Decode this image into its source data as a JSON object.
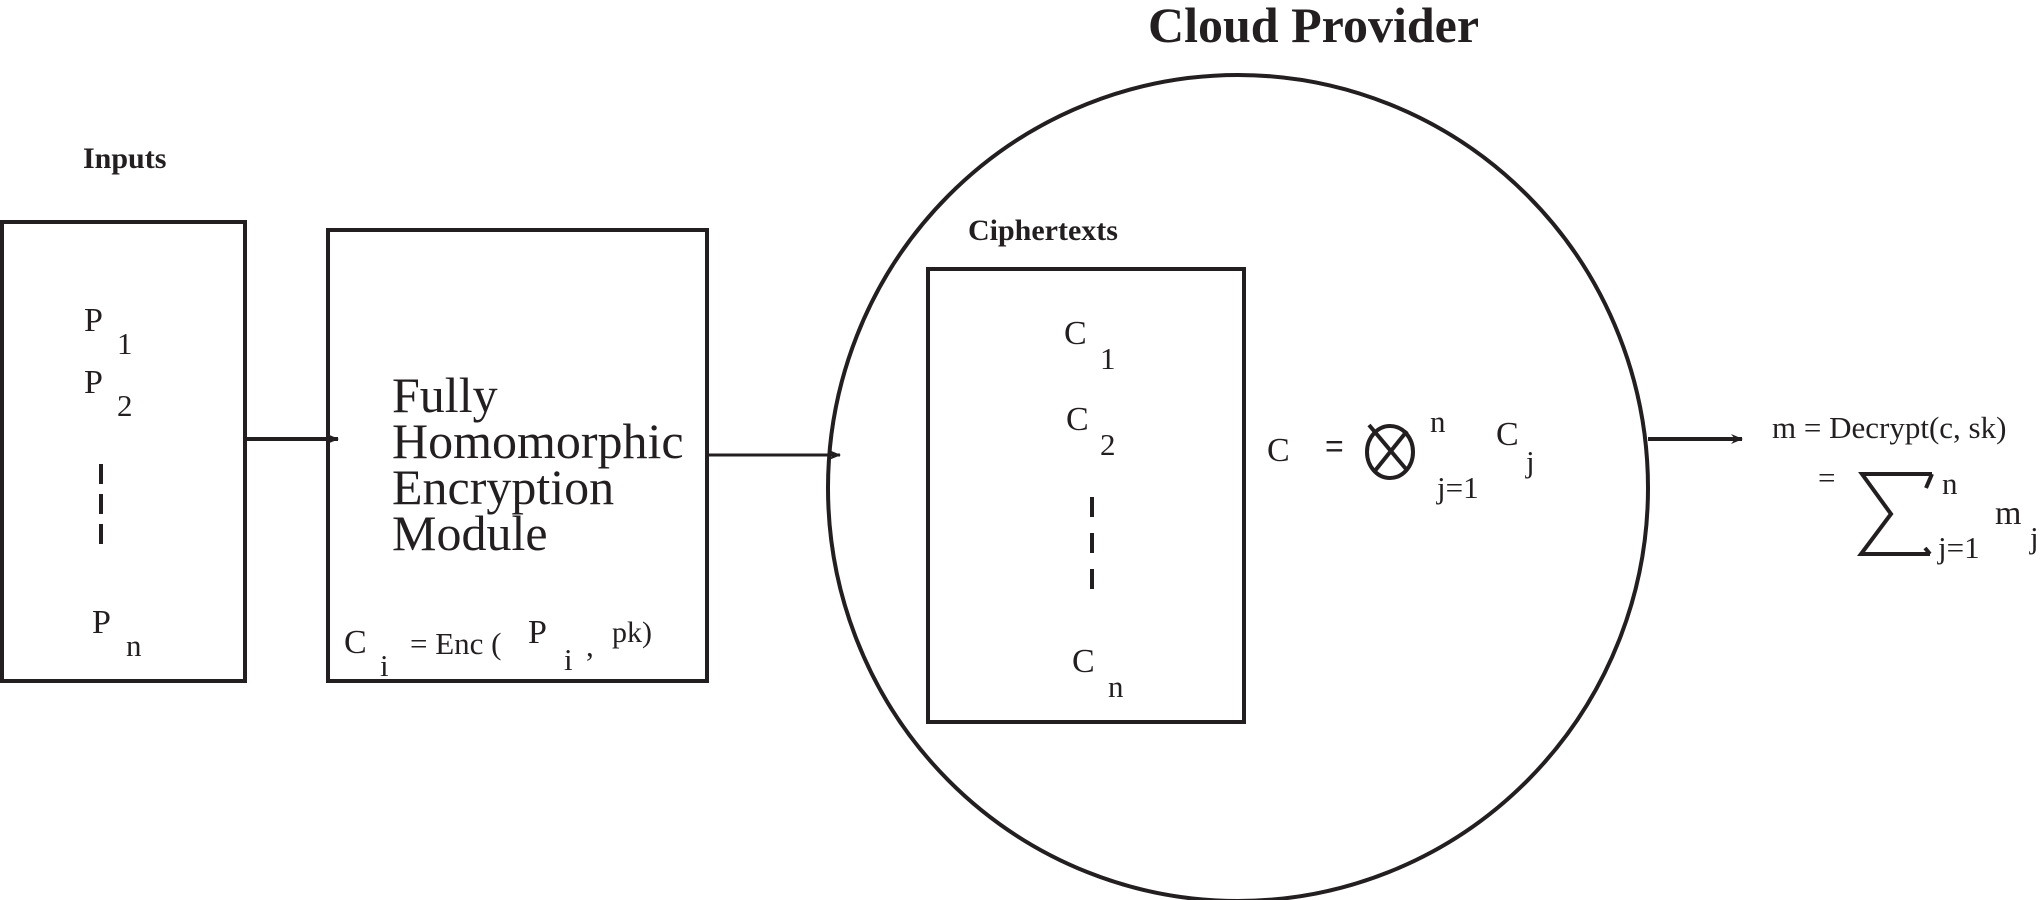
{
  "diagram": {
    "title": "Cloud Provider",
    "inputs": {
      "label": "Inputs",
      "items": [
        {
          "symbol": "P",
          "subscript": "1"
        },
        {
          "symbol": "P",
          "subscript": "2"
        },
        {
          "symbol": "P",
          "subscript": "n"
        }
      ]
    },
    "encryption_module": {
      "lines": [
        "Fully",
        "Homomorphic",
        "Encryption",
        "Module"
      ],
      "formula": {
        "lhs": "C",
        "lhs_sub": "i",
        "eq": "= Enc (",
        "arg": "P",
        "arg_sub": "i",
        "comma": ",",
        "key": "pk)"
      }
    },
    "cloud": {
      "ciphertexts_label": "Ciphertexts",
      "items": [
        {
          "symbol": "C",
          "subscript": "1"
        },
        {
          "symbol": "C",
          "subscript": "2"
        },
        {
          "symbol": "C",
          "subscript": "n"
        }
      ],
      "formula": {
        "lhs": "C",
        "eq": "=",
        "operator": "otimes",
        "upper": "n",
        "lower": "j=1",
        "term": "C",
        "term_sub": "j"
      }
    },
    "output": {
      "line1": "m = Decrypt(c, sk)",
      "eq": "=",
      "upper": "n",
      "lower": "j=1",
      "term": "m",
      "term_sub": "j"
    }
  }
}
